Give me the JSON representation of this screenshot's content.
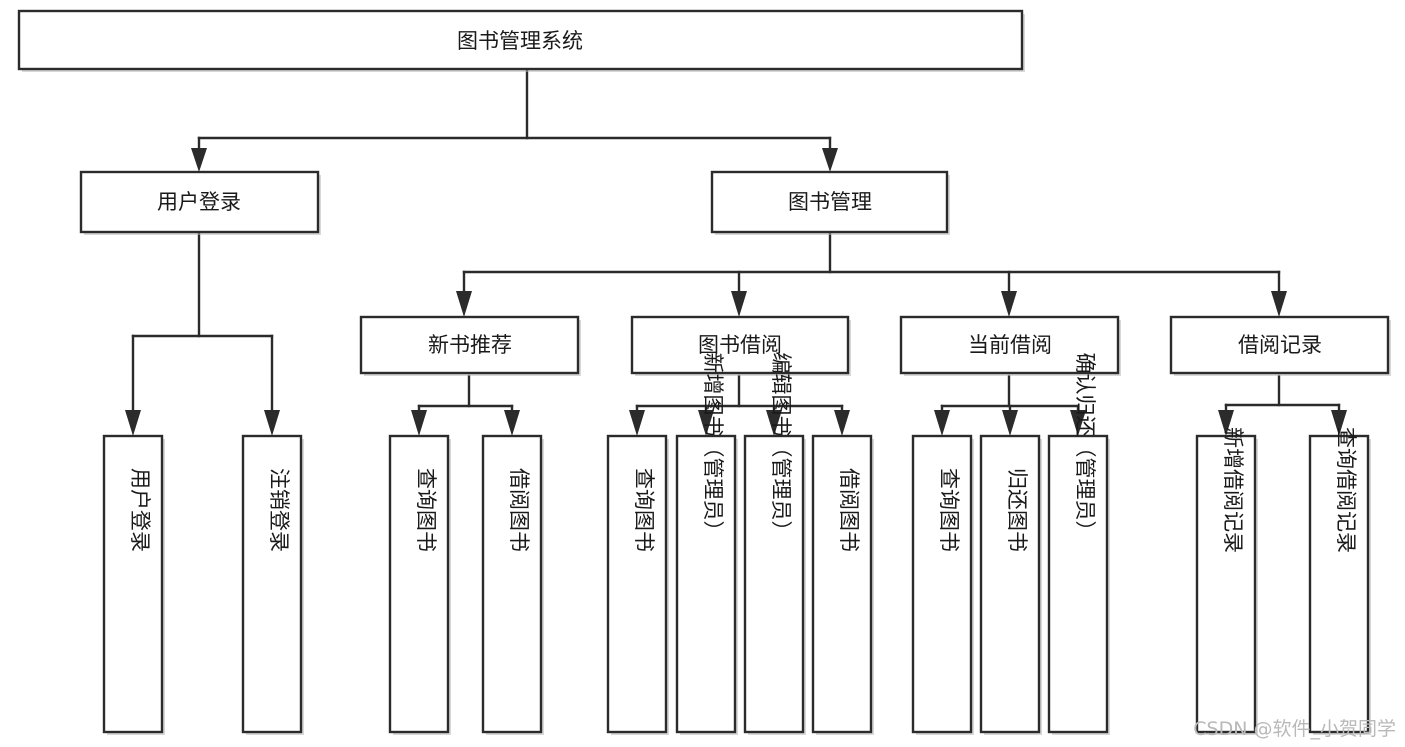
{
  "diagram": {
    "title": "图书管理系统",
    "type": "hierarchy-tree",
    "orientation": "top-down",
    "colors": {
      "border": "#2b2b2b",
      "fill": "#ffffff",
      "text": "#1a1a1a",
      "background": "#ffffff",
      "watermark": "#b9b9b9"
    },
    "levels": [
      {
        "level": 1,
        "nodes": [
          {
            "id": "root",
            "label": "图书管理系统",
            "orientation": "horizontal"
          }
        ]
      },
      {
        "level": 2,
        "nodes": [
          {
            "id": "login",
            "label": "用户登录",
            "orientation": "horizontal",
            "parent": "root"
          },
          {
            "id": "bookmgmt",
            "label": "图书管理",
            "orientation": "horizontal",
            "parent": "root"
          }
        ]
      },
      {
        "level": 3,
        "nodes": [
          {
            "id": "newbook",
            "label": "新书推荐",
            "orientation": "horizontal",
            "parent": "bookmgmt"
          },
          {
            "id": "borrow",
            "label": "图书借阅",
            "orientation": "horizontal",
            "parent": "bookmgmt"
          },
          {
            "id": "current",
            "label": "当前借阅",
            "orientation": "horizontal",
            "parent": "bookmgmt"
          },
          {
            "id": "record",
            "label": "借阅记录",
            "orientation": "horizontal",
            "parent": "bookmgmt"
          }
        ]
      },
      {
        "level": 4,
        "nodes": [
          {
            "id": "leaf-1",
            "label": "用户登录",
            "orientation": "vertical",
            "parent": "login"
          },
          {
            "id": "leaf-2",
            "label": "注销登录",
            "orientation": "vertical",
            "parent": "login"
          },
          {
            "id": "leaf-3",
            "label": "查询图书",
            "orientation": "vertical",
            "parent": "newbook"
          },
          {
            "id": "leaf-4",
            "label": "借阅图书",
            "orientation": "vertical",
            "parent": "newbook"
          },
          {
            "id": "leaf-5",
            "label": "查询图书",
            "orientation": "vertical",
            "parent": "borrow"
          },
          {
            "id": "leaf-6",
            "label": "新增图书（管理员）",
            "orientation": "vertical",
            "parent": "borrow"
          },
          {
            "id": "leaf-7",
            "label": "编辑图书（管理员）",
            "orientation": "vertical",
            "parent": "borrow"
          },
          {
            "id": "leaf-8",
            "label": "借阅图书",
            "orientation": "vertical",
            "parent": "borrow"
          },
          {
            "id": "leaf-9",
            "label": "查询图书",
            "orientation": "vertical",
            "parent": "current"
          },
          {
            "id": "leaf-10",
            "label": "归还图书",
            "orientation": "vertical",
            "parent": "current"
          },
          {
            "id": "leaf-11",
            "label": "确认归还（管理员）",
            "orientation": "vertical",
            "parent": "current"
          },
          {
            "id": "leaf-12",
            "label": "新增借阅记录",
            "orientation": "vertical",
            "parent": "record"
          },
          {
            "id": "leaf-13",
            "label": "查询借阅记录",
            "orientation": "vertical",
            "parent": "record"
          }
        ]
      }
    ]
  },
  "watermark": {
    "text": "CSDN @软件_小贺同学"
  }
}
